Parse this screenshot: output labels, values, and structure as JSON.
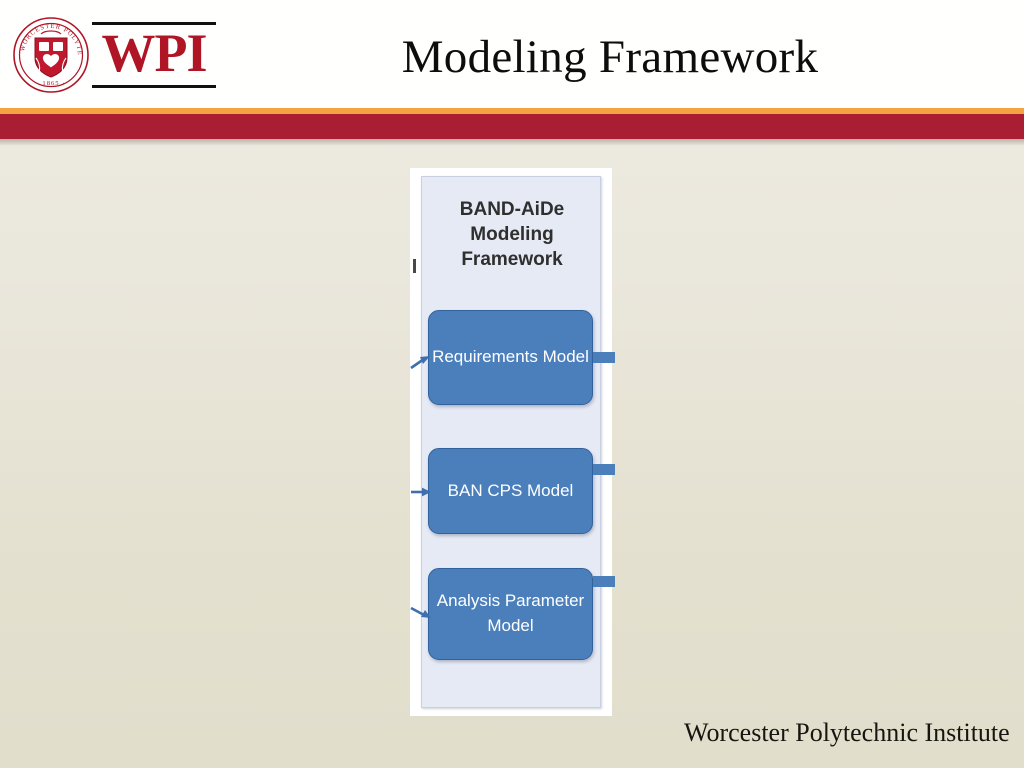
{
  "slide": {
    "title": "Modeling Framework",
    "footer": "Worcester Polytechnic Institute"
  },
  "logo": {
    "wordmark": "WPI",
    "seal_top_text": "WORCESTER POLYTECHNIC INSTITUTE",
    "seal_year": "1865",
    "brand_red": "#b01525"
  },
  "header": {
    "gold_bar_color": "#f5a341",
    "crimson_bar_color": "#a91e32"
  },
  "diagram": {
    "panel_title": "BAND-AiDe Modeling Framework",
    "panel_bg": "#e6eaf5",
    "box_fill": "#4a7fbc",
    "box_border": "#31629c",
    "boxes": [
      {
        "label": "Requirements Model"
      },
      {
        "label": "BAN CPS Model"
      },
      {
        "label": "Analysis Parameter Model"
      }
    ],
    "connectors": [
      {
        "name": "inbound-arrow-requirements"
      },
      {
        "name": "inbound-arrow-ban-cps"
      },
      {
        "name": "inbound-arrow-analysis-parameter"
      },
      {
        "name": "outbound-stub-requirements"
      },
      {
        "name": "outbound-stub-ban-cps"
      },
      {
        "name": "outbound-stub-analysis-parameter"
      }
    ]
  }
}
